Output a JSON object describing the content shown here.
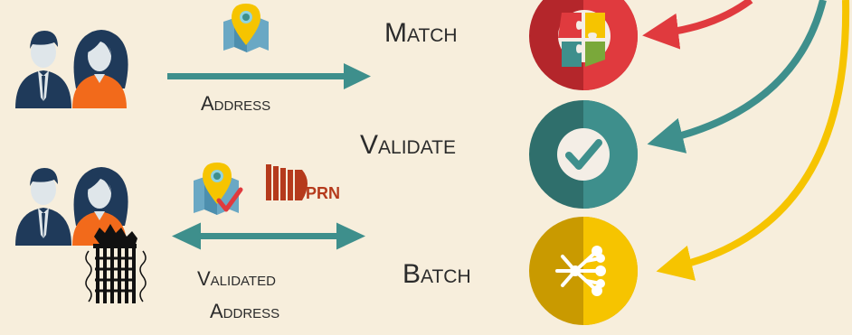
{
  "labels": {
    "address": "Address",
    "validated_address_line1": "Validated",
    "validated_address_line2": "Address",
    "uprn": "UPRN"
  },
  "steps": {
    "match": "Match",
    "validate": "Validate",
    "batch": "Batch"
  },
  "icons": {
    "people_top": "people-icon",
    "people_bottom": "people-icon",
    "portcullis": "portcullis-icon",
    "map_pin": "map-pin-icon",
    "map_pin_check": "map-pin-check-icon",
    "uprn_logo": "uprn-logo-icon",
    "puzzle": "puzzle-icon",
    "check": "checkmark-icon",
    "batch": "batch-network-icon"
  },
  "colors": {
    "background": "#f7eedc",
    "teal": "#3e8f8c",
    "red": "#e03a3e",
    "yellow": "#f6c400",
    "navy": "#1f3a5a",
    "orange": "#f26a1b",
    "text": "#2b2b2b",
    "uprn": "#b53a1c"
  }
}
